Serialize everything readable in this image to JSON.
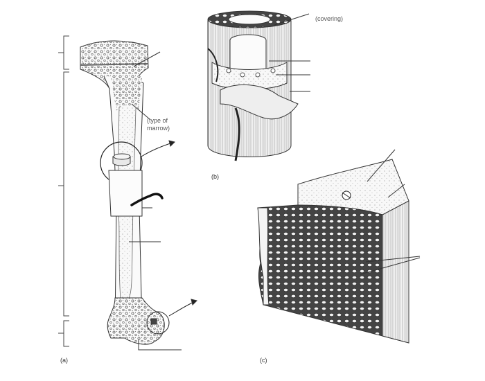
{
  "labels": {
    "covering": "(covering)",
    "marrow_line1": "(type of",
    "marrow_line2": "marrow)",
    "panel_a": "(a)",
    "panel_b": "(b)",
    "panel_c": "(c)"
  }
}
